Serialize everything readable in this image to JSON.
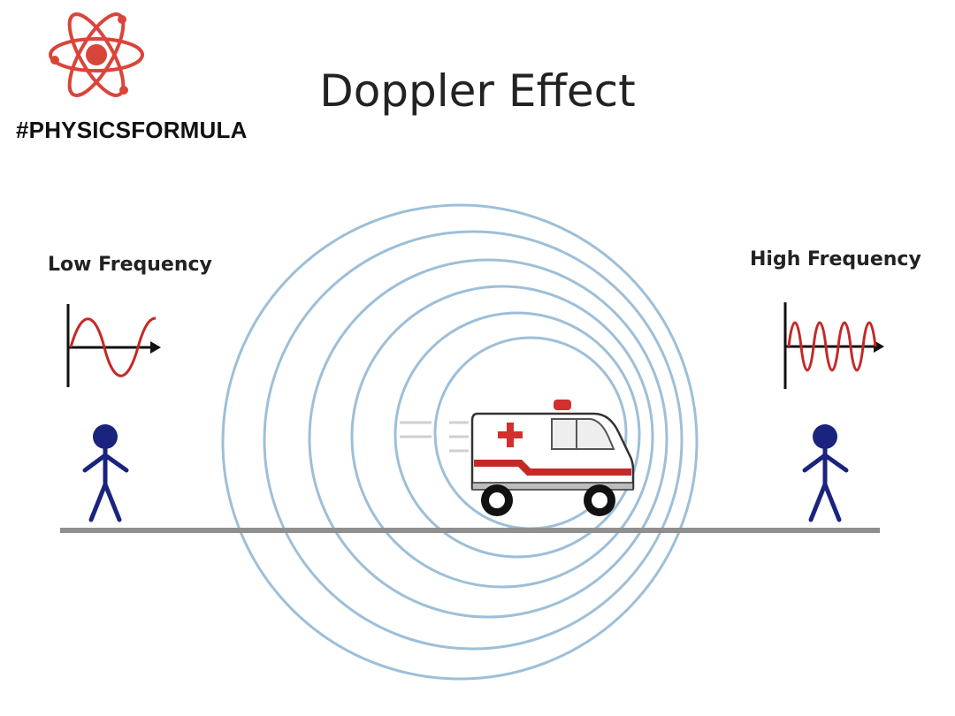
{
  "header": {
    "hashtag": "#PHYSICSFORMULA",
    "logo_icon": "atom-icon",
    "logo_color": "#d9453b"
  },
  "title": "Doppler Effect",
  "left": {
    "label": "Low Frequency",
    "wave_icon": "low-frequency-sine-wave-icon",
    "person_icon": "stick-figure-icon"
  },
  "right": {
    "label": "High Frequency",
    "wave_icon": "high-frequency-sine-wave-icon",
    "person_icon": "stick-figure-icon"
  },
  "vehicle": {
    "icon": "ambulance-icon",
    "motion": "moving-right"
  },
  "colors": {
    "wavefronts": "#9dbfd9",
    "wave": "#c62828",
    "person": "#1a237e",
    "ground": "#9e9e9e"
  }
}
